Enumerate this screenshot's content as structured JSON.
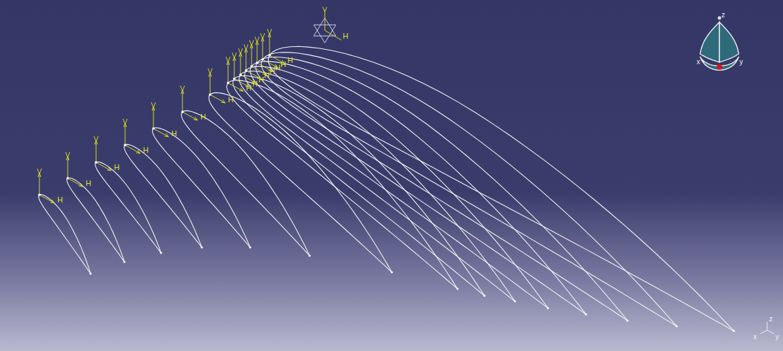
{
  "diagram": {
    "labels": [
      "H",
      "H",
      "H",
      "H",
      "H",
      "H",
      "H",
      "H",
      "H",
      "H",
      "H",
      "H",
      "H",
      "H",
      "H",
      "H",
      "z",
      "x",
      "y",
      "z",
      "x",
      "y"
    ]
  }
}
